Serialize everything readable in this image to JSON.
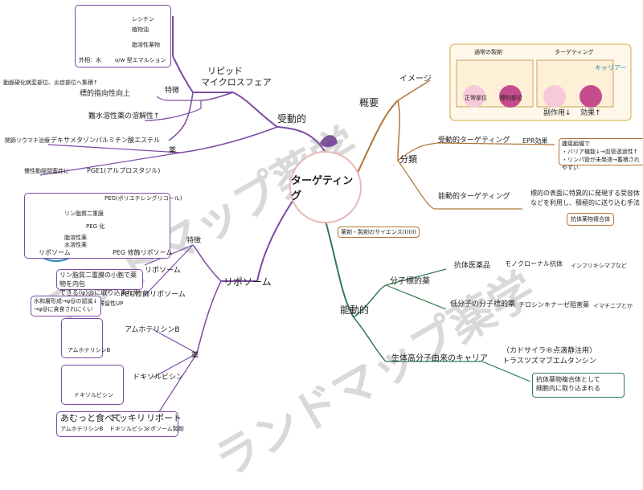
{
  "center": "ターゲティング",
  "passive": {
    "label": "受動的",
    "lipid": {
      "label_1": "リピッド",
      "label_2": "マイクロスフェア",
      "diagram": {
        "lecithin": "レシチン",
        "plant_oil": "植物油",
        "fat_drug": "脂溶性薬物",
        "outer_water": "外相：水",
        "emulsion": "o/w 型エマルション"
      },
      "feature": "特徴",
      "feature_items": [
        "標的指向性向上",
        "難水溶性薬の溶解性↑"
      ],
      "feature_note": "動脈硬化病変部位、炎症部位へ集積↑",
      "drug": "薬",
      "drug_items": [
        "デキサメタゾンパルミチン酸エステル",
        "PGE1(アルプロスタジル)"
      ],
      "drug_notes": [
        "関節リウマチ治療",
        "慢性動脈閉塞症に"
      ]
    },
    "liposome": {
      "label": "リポソーム",
      "feature": "特徴",
      "diagram": {
        "peg": "PEG(ポリエチレングリコール)",
        "bilayer": "リン脂質二重膜",
        "peg_mod": "PEG 化",
        "fat_drug": "脂溶性薬",
        "water_drug": "水溶性薬",
        "cap_left": "リポソーム",
        "cap_right": "PEG 修飾リポソーム"
      },
      "desc_label": "リポソーム",
      "desc_text": [
        "リン脂質二重膜の小胞で薬物を内包",
        "できる(ψ)@に取り込まれやすい"
      ],
      "peg_label": "PEG修飾リポソーム",
      "peg_stability": "滞留性UP",
      "peg_text": [
        "水和層形成→ψ@の認識↓",
        "→ψ@に貪食されにくい"
      ],
      "drug": "薬",
      "drugs": [
        "アムホテリシンB",
        "ドキソルビシン"
      ],
      "drug_caps": [
        "アムホテリシンB",
        "ドキソルビシン"
      ],
      "mnemonic": [
        "あむっと食べて",
        "ドッキリ",
        "リポート"
      ],
      "mnemonic_sub": [
        "アムホテリシンB",
        "ドキソルビシン",
        "リポソーム製剤"
      ]
    }
  },
  "overview": {
    "label": "概要",
    "image": {
      "label": "イメージ",
      "left_title": "通常の製剤",
      "right_title": "ターゲティング",
      "carrier": "キャリアー",
      "normal_site": "正常部位",
      "lesion_site": "標的部位",
      "side_effect": "副作用↓",
      "effect": "効果↑"
    },
    "classification": "分類",
    "passive_targeting": "受動的ターゲティング",
    "epr": "EPR効果",
    "epr_text": [
      "腫瘍組織で",
      "・バリア機能↓→血管透過性↑",
      "・リンパ管が未発達→蓄積されやすい"
    ],
    "active_targeting": "能動的ターゲティング",
    "active_text": [
      "標的の表面に特異的に発現する受容体",
      "などを利用し、積極的に送り込む手法"
    ],
    "antibody_complex": "抗体薬物複合体"
  },
  "active": {
    "label": "能動的",
    "molecular": "分子標的薬",
    "antibody_drug": "抗体医薬品",
    "monoclonal": "モノクローナル抗体",
    "infliximab": "インフリキシマブなど",
    "small_molecule": "低分子の分子標的薬",
    "tki": "チロシンキナーゼ阻害薬",
    "imatinib": "イマチニブとか",
    "biopolymer": "生体高分子由来のキャリア",
    "kadcyla": "（カドサイラ®点滴静注用）",
    "trastuzumab": "トラスツズマブエムタンシン",
    "adc_text": [
      "抗体薬物複合体として",
      "細胞内に取り込まれる"
    ]
  },
  "watermark": [
    "ランドマップ薬学",
    "ランドマップ薬学"
  ],
  "small_tag": "薬剤・製剤のサイエンス(I)(II)"
}
